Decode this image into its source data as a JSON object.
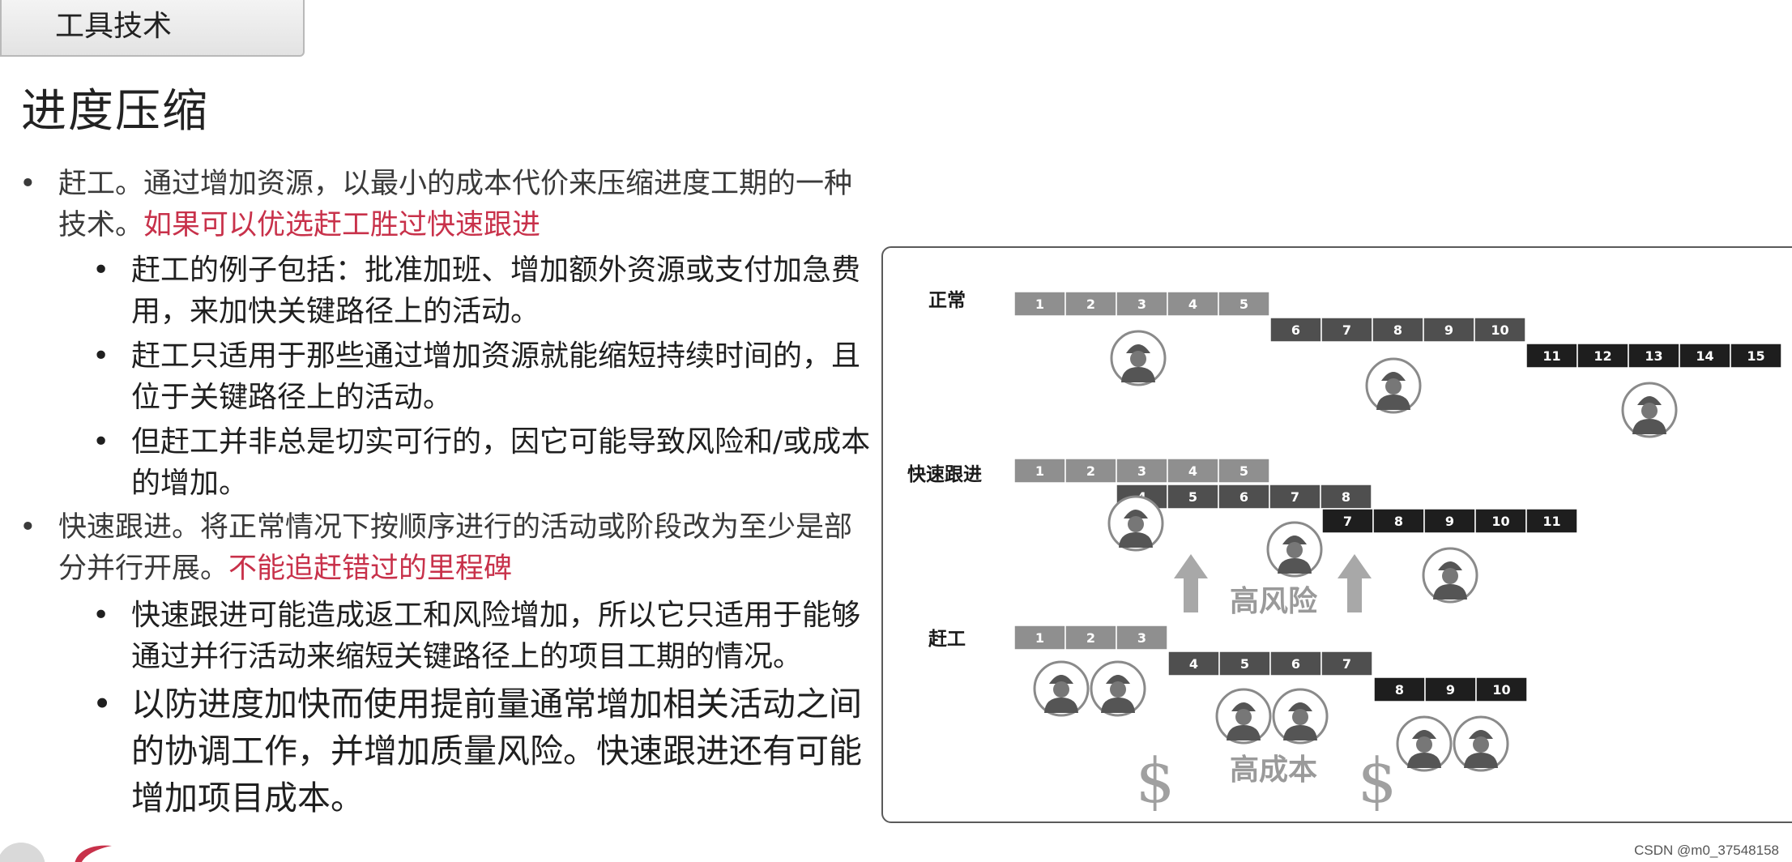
{
  "tab": {
    "label": "工具技术"
  },
  "page": {
    "title": "进度压缩"
  },
  "bullets": {
    "crash": {
      "text": "赶工。通过增加资源，以最小的成本代价来压缩进度工期的一种技术。",
      "highlight": "如果可以优选赶工胜过快速跟进",
      "subs": [
        "赶工的例子包括：批准加班、增加额外资源或支付加急费用，来加快关键路径上的活动。",
        "赶工只适用于那些通过增加资源就能缩短持续时间的，且位于关键路径上的活动。",
        "但赶工并非总是切实可行的，因它可能导致风险和/或成本的增加。"
      ]
    },
    "fast": {
      "text": "快速跟进。将正常情况下按顺序进行的活动或阶段改为至少是部分并行开展。",
      "highlight": "不能追赶错过的里程碑",
      "subs": [
        "快速跟进可能造成返工和风险增加，所以它只适用于能够通过并行活动来缩短关键路径上的项目工期的情况。",
        "以防进度加快而使用提前量通常增加相关活动之间的协调工作，并增加质量风险。快速跟进还有可能增加项目成本。"
      ]
    }
  },
  "figure": {
    "rows": [
      {
        "label": "正常",
        "bars": [
          {
            "cells": [
              "1",
              "2",
              "3",
              "4",
              "5"
            ],
            "shade": "light"
          },
          {
            "cells": [
              "6",
              "7",
              "8",
              "9",
              "10"
            ],
            "shade": "dark"
          },
          {
            "cells": [
              "11",
              "12",
              "13",
              "14",
              "15"
            ],
            "shade": "black"
          }
        ]
      },
      {
        "label": "快速跟进",
        "bars": [
          {
            "cells": [
              "1",
              "2",
              "3",
              "4",
              "5"
            ],
            "shade": "light"
          },
          {
            "cells": [
              "4",
              "5",
              "6",
              "7",
              "8"
            ],
            "shade": "dark"
          },
          {
            "cells": [
              "7",
              "8",
              "9",
              "10",
              "11"
            ],
            "shade": "black"
          }
        ]
      },
      {
        "label": "赶工",
        "bars": [
          {
            "cells": [
              "1",
              "2",
              "3"
            ],
            "shade": "light"
          },
          {
            "cells": [
              "4",
              "5",
              "6",
              "7"
            ],
            "shade": "dark"
          },
          {
            "cells": [
              "8",
              "9",
              "10"
            ],
            "shade": "black"
          }
        ]
      }
    ],
    "risk_note": "高风险",
    "cost_note": "高成本",
    "dollar_symbol": "$",
    "icons": {
      "worker": "worker-icon",
      "arrow": "up-arrow-icon"
    },
    "colors": {
      "light": "#8f8f8f",
      "dark": "#4f4f4f",
      "black": "#1e1e1e"
    }
  },
  "watermark": "CSDN @m0_37548158"
}
